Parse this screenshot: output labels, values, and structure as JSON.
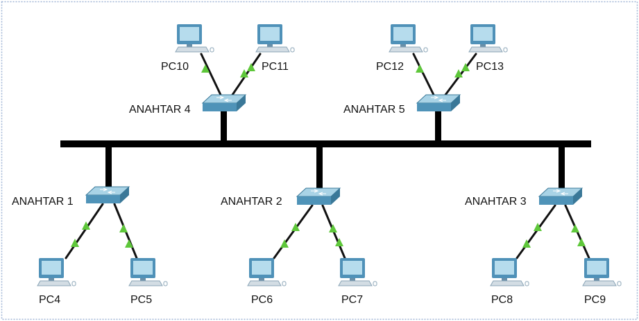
{
  "frame": {
    "border_color": "#9fb4d6"
  },
  "colors": {
    "bus": "#000000",
    "cable": "#111111",
    "link_light": "#5ec73a",
    "switch_top": "#a9d3e6",
    "switch_front": "#4f93b8",
    "switch_side": "#3a7898",
    "pc_monitor": "#4f91b8",
    "pc_screen": "#b6dced",
    "pc_base": "#d3dde4"
  },
  "switches": {
    "s1": {
      "label": "ANAHTAR 1"
    },
    "s2": {
      "label": "ANAHTAR 2"
    },
    "s3": {
      "label": "ANAHTAR 3"
    },
    "s4": {
      "label": "ANAHTAR 4"
    },
    "s5": {
      "label": "ANAHTAR 5"
    }
  },
  "pcs": {
    "pc4": {
      "label": "PC4"
    },
    "pc5": {
      "label": "PC5"
    },
    "pc6": {
      "label": "PC6"
    },
    "pc7": {
      "label": "PC7"
    },
    "pc8": {
      "label": "PC8"
    },
    "pc9": {
      "label": "PC9"
    },
    "pc10": {
      "label": "PC10"
    },
    "pc11": {
      "label": "PC11"
    },
    "pc12": {
      "label": "PC12"
    },
    "pc13": {
      "label": "PC13"
    }
  }
}
